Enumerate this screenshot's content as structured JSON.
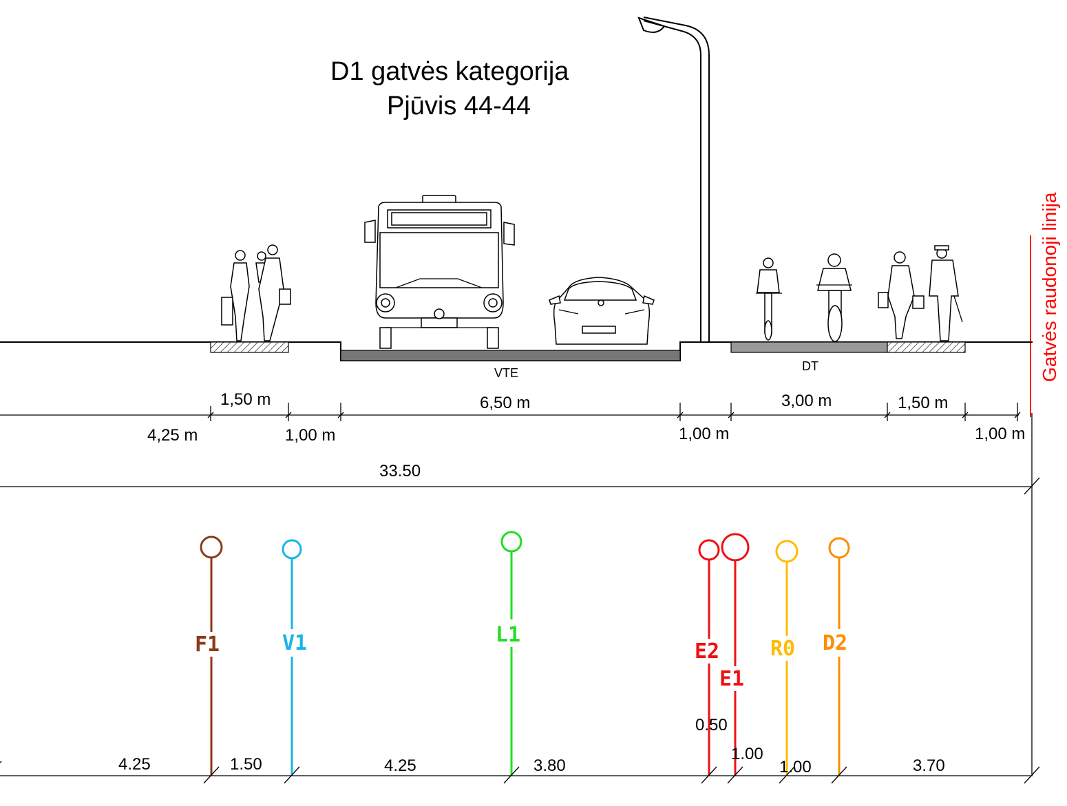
{
  "title": {
    "line1": "D1  gatvės kategorija",
    "line2": "Pjūvis 44-44"
  },
  "red_line_label": "Gatvės raudonoji linija",
  "zones": {
    "carriageway": "VTE",
    "bike_path": "DT"
  },
  "dimensions": {
    "top_row": [
      "1,50 m",
      "6,50 m",
      "3,00 m",
      "1,50 m"
    ],
    "bottom_row": [
      "4,25 m",
      "1,00 m",
      "1,00 m",
      "1,00 m"
    ],
    "total": "33.50"
  },
  "utilities": [
    {
      "code": "F1",
      "color": "#8b3a1a"
    },
    {
      "code": "V1",
      "color": "#1ab4e8"
    },
    {
      "code": "L1",
      "color": "#22dd22"
    },
    {
      "code": "E2",
      "color": "#ee1111"
    },
    {
      "code": "E1",
      "color": "#ee1111"
    },
    {
      "code": "R0",
      "color": "#ffbb00"
    },
    {
      "code": "D2",
      "color": "#ff8c00"
    }
  ],
  "utility_spacing": [
    "4.25",
    "1.50",
    "4.25",
    "3.80",
    "0.50",
    "1.00",
    "1.00",
    "3.70"
  ],
  "colors": {
    "red_line": "#ff0000",
    "paving": "#777777"
  }
}
